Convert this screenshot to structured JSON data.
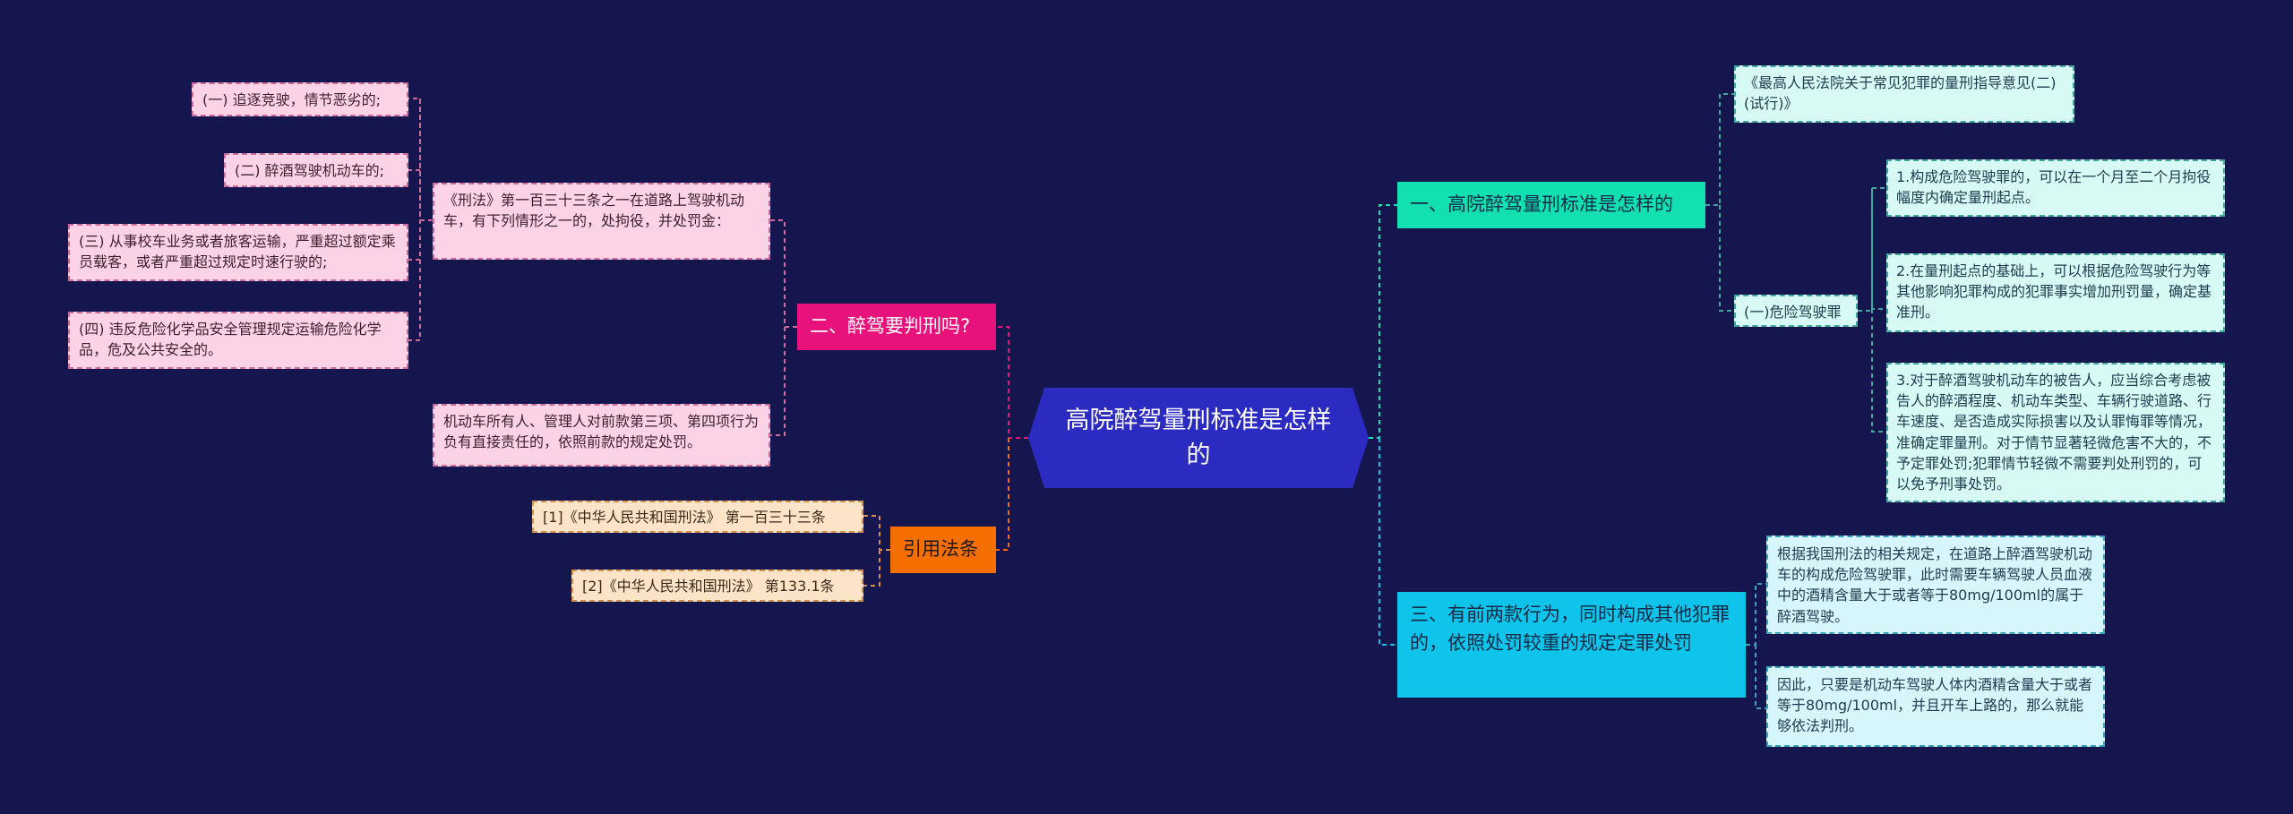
{
  "center": {
    "label": "高院醉驾量刑标准是怎样的"
  },
  "branch1": {
    "label": "一、高院醉驾量刑标准是怎样的",
    "guideline": "《最高人民法院关于常见犯罪的量刑指导意见(二)(试行)》",
    "sub": {
      "label": "(一)危险驾驶罪",
      "items": [
        "1.构成危险驾驶罪的，可以在一个月至二个月拘役幅度内确定量刑起点。",
        "2.在量刑起点的基础上，可以根据危险驾驶行为等其他影响犯罪构成的犯罪事实增加刑罚量，确定基准刑。",
        "3.对于醉酒驾驶机动车的被告人，应当综合考虑被告人的醉酒程度、机动车类型、车辆行驶道路、行车速度、是否造成实际损害以及认罪悔罪等情况，准确定罪量刑。对于情节显著轻微危害不大的，不予定罪处罚;犯罪情节轻微不需要判处刑罚的，可以免予刑事处罚。"
      ]
    }
  },
  "branch2": {
    "label": "二、醉驾要判刑吗?",
    "article": "《刑法》第一百三十三条之一在道路上驾驶机动车，有下列情形之一的，处拘役，并处罚金：",
    "cases": [
      "(一) 追逐竞驶，情节恶劣的;",
      "(二) 醉酒驾驶机动车的;",
      "(三) 从事校车业务或者旅客运输，严重超过额定乘员载客，或者严重超过规定时速行驶的;",
      "(四) 违反危险化学品安全管理规定运输危险化学品，危及公共安全的。"
    ],
    "owner": "机动车所有人、管理人对前款第三项、第四项行为负有直接责任的，依照前款的规定处罚。"
  },
  "branch3": {
    "label": "引用法条",
    "refs": [
      "[1]《中华人民共和国刑法》 第一百三十三条",
      "[2]《中华人民共和国刑法》 第133.1条"
    ]
  },
  "branch4": {
    "label": "三、有前两款行为，同时构成其他犯罪的，依照处罚较重的规定定罪处罚",
    "notes": [
      "根据我国刑法的相关规定，在道路上醉酒驾驶机动车的构成危险驾驶罪，此时需要车辆驾驶人员血液中的酒精含量大于或者等于80mg/100ml的属于醉酒驾驶。",
      "因此，只要是机动车驾驶人体内酒精含量大于或者等于80mg/100ml，并且开车上路的，那么就能够依法判刑。"
    ]
  },
  "colors": {
    "background": "#16164f",
    "center": "#2b2bc2",
    "branch1": "#12e0b0",
    "branch2": "#e8127c",
    "branch3": "#f56f00",
    "branch4": "#0ec4ea"
  }
}
